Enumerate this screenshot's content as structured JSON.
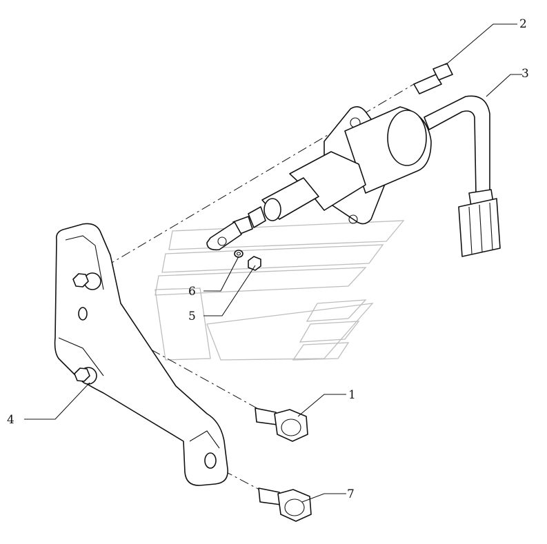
{
  "callouts": [
    {
      "id": "c1",
      "number": "1"
    },
    {
      "id": "c2",
      "number": "2"
    },
    {
      "id": "c3",
      "number": "3"
    },
    {
      "id": "c4",
      "number": "4"
    },
    {
      "id": "c5",
      "number": "5"
    },
    {
      "id": "c6",
      "number": "6"
    },
    {
      "id": "c7",
      "number": "7"
    }
  ]
}
